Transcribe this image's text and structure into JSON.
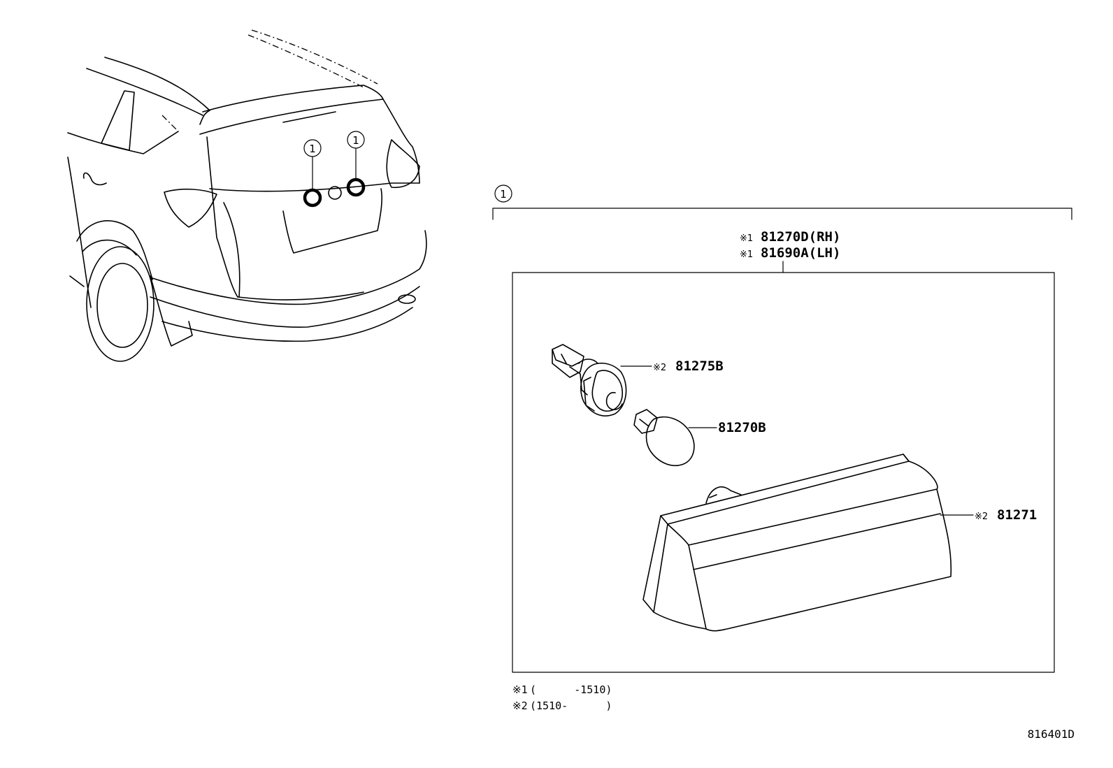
{
  "callout_ref": "1",
  "assembly": {
    "rh": {
      "mark": "※1",
      "part": "81270D(RH)"
    },
    "lh": {
      "mark": "※1",
      "part": "81690A(LH)"
    }
  },
  "parts": {
    "socket": {
      "mark": "※2",
      "part": "81275B"
    },
    "bulb": {
      "part": "81270B"
    },
    "lens": {
      "mark": "※2",
      "part": "81271"
    }
  },
  "notes": [
    {
      "mark": "※1",
      "range": "(      -1510)"
    },
    {
      "mark": "※2",
      "range": "(1510-      )"
    }
  ],
  "diagram_code": "816401D"
}
